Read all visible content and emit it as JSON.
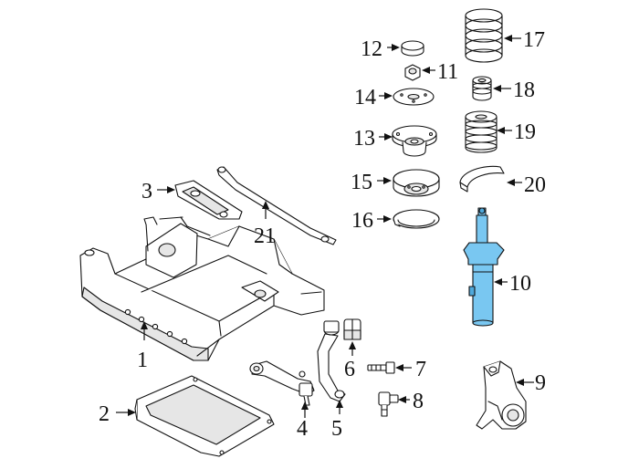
{
  "diagram": {
    "highlight_color": "#79c7f1",
    "callouts": [
      {
        "id": "1",
        "label": "1",
        "part": "front-subframe"
      },
      {
        "id": "2",
        "label": "2",
        "part": "underbody-shield"
      },
      {
        "id": "3",
        "label": "3",
        "part": "subframe-brace"
      },
      {
        "id": "4",
        "label": "4",
        "part": "lower-control-arm"
      },
      {
        "id": "5",
        "label": "5",
        "part": "tension-strut"
      },
      {
        "id": "6",
        "label": "6",
        "part": "strut-bushing"
      },
      {
        "id": "7",
        "label": "7",
        "part": "bolt"
      },
      {
        "id": "8",
        "label": "8",
        "part": "stabilizer-link"
      },
      {
        "id": "9",
        "label": "9",
        "part": "steering-knuckle"
      },
      {
        "id": "10",
        "label": "10",
        "part": "strut-assembly"
      },
      {
        "id": "11",
        "label": "11",
        "part": "nut"
      },
      {
        "id": "12",
        "label": "12",
        "part": "dust-cap"
      },
      {
        "id": "13",
        "label": "13",
        "part": "strut-mount"
      },
      {
        "id": "14",
        "label": "14",
        "part": "mount-washer"
      },
      {
        "id": "15",
        "label": "15",
        "part": "upper-spring-seat"
      },
      {
        "id": "16",
        "label": "16",
        "part": "spring-insulator"
      },
      {
        "id": "17",
        "label": "17",
        "part": "coil-spring"
      },
      {
        "id": "18",
        "label": "18",
        "part": "bump-stop"
      },
      {
        "id": "19",
        "label": "19",
        "part": "dust-boot"
      },
      {
        "id": "20",
        "label": "20",
        "part": "lower-spring-insulator"
      },
      {
        "id": "21",
        "label": "21",
        "part": "cross-brace"
      }
    ]
  }
}
